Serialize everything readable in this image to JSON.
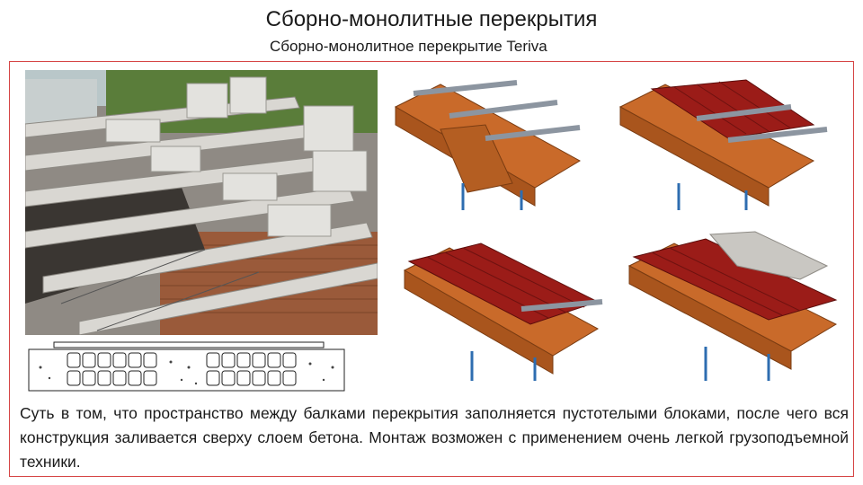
{
  "slide": {
    "title": "Сборно-монолитные перекрытия",
    "subtitle": "Сборно-монолитное перекрытие Teriva",
    "caption": "Суть в том, что пространство между балками перекрытия заполняется пустотелыми блоками, после чего вся конструкция заливается сверху слоем бетона. Монтаж возможен с применением очень легкой грузоподъемной техники."
  },
  "colors": {
    "frame": "#d64545",
    "formwork": "#c96a2a",
    "roof_red": "#9b1c18",
    "steel": "#9aa3ab",
    "concrete": "#c9c7c2",
    "sky": "#b9c7c9",
    "greenery": "#5a7d3a"
  },
  "illustrations": [
    {
      "stage": "beams-only"
    },
    {
      "stage": "blocks-partial"
    },
    {
      "stage": "blocks-full"
    },
    {
      "stage": "concrete-pour"
    }
  ]
}
